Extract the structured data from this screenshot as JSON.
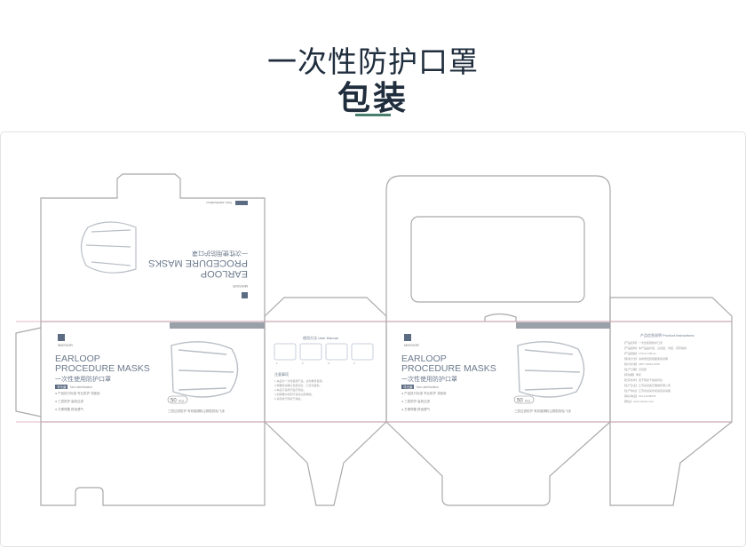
{
  "header": {
    "title": "一次性防护口罩",
    "subtitle": "包装",
    "accent_color": "#4a7f6e"
  },
  "box": {
    "brand_name": "MIKSIOR",
    "line_en_1": "EARLOOP",
    "line_en_2": "PROCEDURE MASKS",
    "line_cn": "一次性使用防护口罩",
    "badge_text": "非无菌",
    "badge_caption": "Non-sterilization",
    "feature_lines": [
      "● 产品执行标准 专业防护 非医用",
      "● 三层防护 高效过滤",
      "● 方便佩戴 舒适透气"
    ],
    "count_text": "50",
    "count_unit": "PCS",
    "bottom_note": "三层过滤防护 有效阻隔粉尘颗粒物及飞沫",
    "manual_title": "使用方法 User Manual",
    "step_labels": [
      "1",
      "2",
      "3",
      "4"
    ],
    "caution_title": "注意事项",
    "caution_lines": [
      "1.本品为一次性使用产品，请勿重复使用。",
      "2.佩戴前请确认包装完好，口罩无破损。",
      "3.本品不适用于医疗用途。",
      "4.如佩戴中感到不适请立即摘除。",
      "5.请存放于阴凉干燥处。"
    ],
    "info_title": "产品信息说明 Product Instructions",
    "info_lines": [
      "【产品名称】一次性使用防护口罩",
      "【产品结构】本产品由外层、过滤层、内层、耳带组成",
      "【产品规格】175mm×95mm",
      "【使用方法】请参阅包装侧面使用说明",
      "【执行标准】GB/T 32610-2016",
      "【生产日期】见包装",
      "【有效期】两年",
      "【贮存条件】置于阴凉干燥通风处",
      "【生产企业】江苏某某医疗器械有限公司",
      "【生产地址】江苏省某某市某某区某某路",
      "【联系电话】021-12345678",
      "【网址】www.miksior.com"
    ],
    "line_color": "#a9a9a9",
    "fold_color": "#d9a3b3",
    "band_color": "#9aa0a8"
  }
}
